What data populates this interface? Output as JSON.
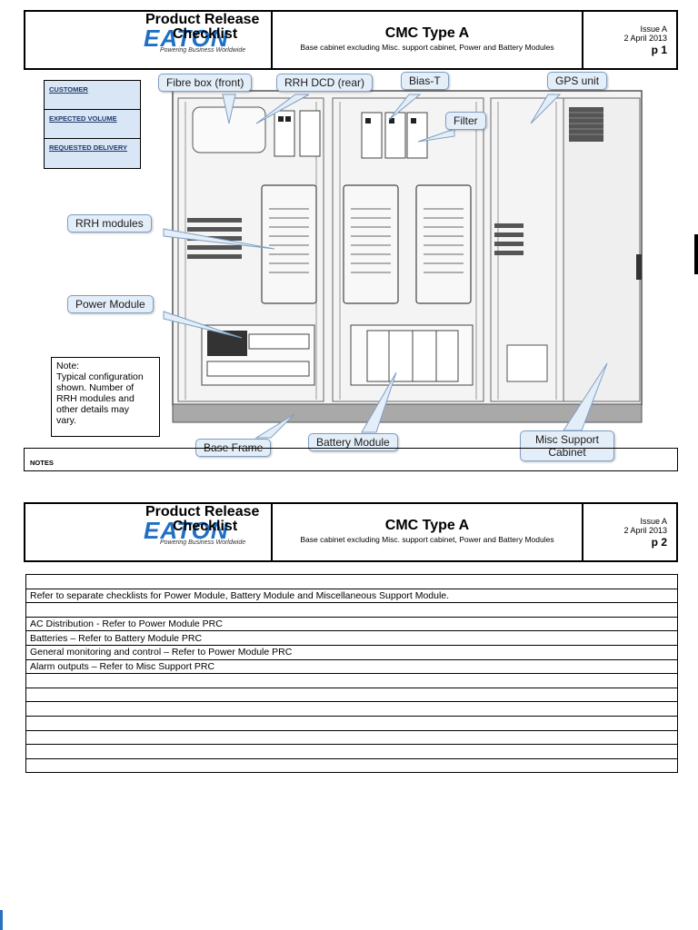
{
  "page1": {
    "header": {
      "product_release_line1": "Product Release",
      "product_release_line2": "Checklist",
      "logo_text": "EATON",
      "logo_tagline": "Powering Business Worldwide",
      "doc_title": "CMC Type A",
      "doc_subtitle": "Base cabinet excluding Misc. support cabinet, Power and Battery Modules",
      "issue": "Issue A",
      "date": "2 April 2013",
      "page": "p 1"
    },
    "info_fields": [
      "CUSTOMER",
      "EXPECTED VOLUME",
      "REQUESTED DELIVERY"
    ],
    "callouts": {
      "fibre_box": "Fibre box (front)",
      "rrh_dcd": "RRH DCD (rear)",
      "bias_t": "Bias-T",
      "gps_unit": "GPS unit",
      "filter": "Filter",
      "rrh_modules": "RRH modules",
      "power_module": "Power Module",
      "base_frame": "Base Frame",
      "battery_module": "Battery Module",
      "misc_support": "Misc Support Cabinet"
    },
    "note_lines": [
      "Note:",
      "Typical configuration",
      "shown. Number of",
      "RRH modules and",
      "other details may",
      "vary."
    ],
    "notes_label": "NOTES"
  },
  "page2": {
    "header": {
      "product_release_line1": "Product Release",
      "product_release_line2": "Checklist",
      "logo_text": "EATON",
      "logo_tagline": "Powering Business Worldwide",
      "doc_title": "CMC Type A",
      "doc_subtitle": "Base cabinet excluding Misc. support cabinet, Power and Battery Modules",
      "issue": "Issue A",
      "date": "2 April 2013",
      "page": "p 2"
    },
    "rows": [
      "",
      "Refer to separate checklists for Power Module, Battery Module and Miscellaneous Support Module.",
      "",
      "AC Distribution - Refer to Power Module PRC",
      "Batteries – Refer to Battery Module PRC",
      "General monitoring and control – Refer to Power Module PRC",
      "Alarm outputs – Refer to Misc Support PRC",
      "",
      "",
      "",
      "",
      "",
      "",
      ""
    ]
  }
}
